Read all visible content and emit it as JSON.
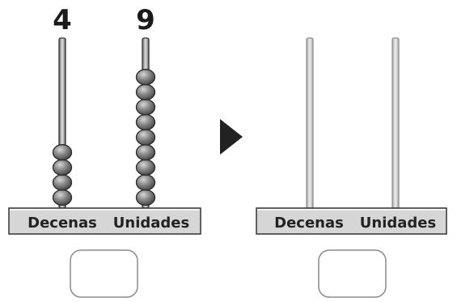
{
  "left_abacus": {
    "tens_count": "4",
    "units_count": "9",
    "tens_label": "Decenas",
    "units_label": "Unidades",
    "answer_box_value": ""
  },
  "right_abacus": {
    "tens_label": "Decenas",
    "units_label": "Unidades",
    "answer_box_value": ""
  },
  "arrow_icon": "play-triangle-right-icon",
  "colors": {
    "bead": "#7a7a7a",
    "bead_dark": "#4a4a4a",
    "rod_dark": "#555555",
    "rod_light": "#b8b8b8",
    "base_fill": "#d4d4d4",
    "stroke": "#333333"
  }
}
